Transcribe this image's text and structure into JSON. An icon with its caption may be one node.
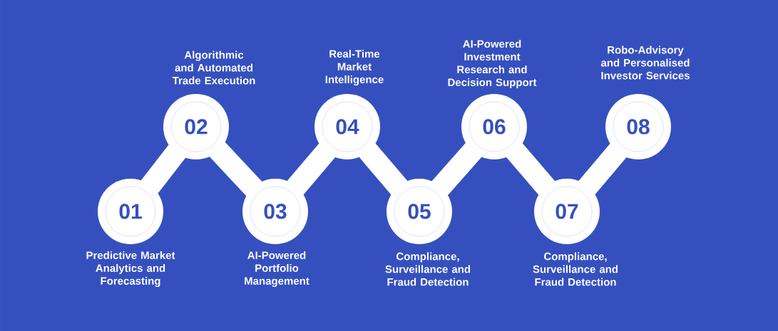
{
  "diagram": {
    "nodes": [
      {
        "text": [
          "01",
          "Predictive Market Analytics and Forecasting"
        ]
      },
      {
        "text": [
          "Algorithmic and Automated Trade Execution",
          "02"
        ]
      },
      {
        "text": [
          "03",
          "AI-Powered Portfolio Management"
        ]
      },
      {
        "text": [
          "Real-Time Market Intelligence",
          "04"
        ]
      },
      {
        "text": [
          "05",
          "Compliance, Surveillance and Fraud Detection"
        ]
      },
      {
        "text": [
          "AI-Powered Investment Research and Decision Support",
          "06"
        ]
      },
      {
        "text": [
          "07",
          "Compliance, Surveillance and Fraud Detection"
        ]
      },
      {
        "text": [
          "Robo-Advisory and Personalised Investor Services",
          "08"
        ]
      }
    ],
    "edges": [
      {
        "from": 0,
        "to": 1,
        "arrow": "none"
      },
      {
        "from": 1,
        "to": 2,
        "arrow": "none"
      },
      {
        "from": 2,
        "to": 3,
        "arrow": "none"
      },
      {
        "from": 3,
        "to": 4,
        "arrow": "none"
      },
      {
        "from": 4,
        "to": 5,
        "arrow": "none"
      },
      {
        "from": 5,
        "to": 6,
        "arrow": "none"
      },
      {
        "from": 6,
        "to": 7,
        "arrow": "none"
      }
    ]
  }
}
